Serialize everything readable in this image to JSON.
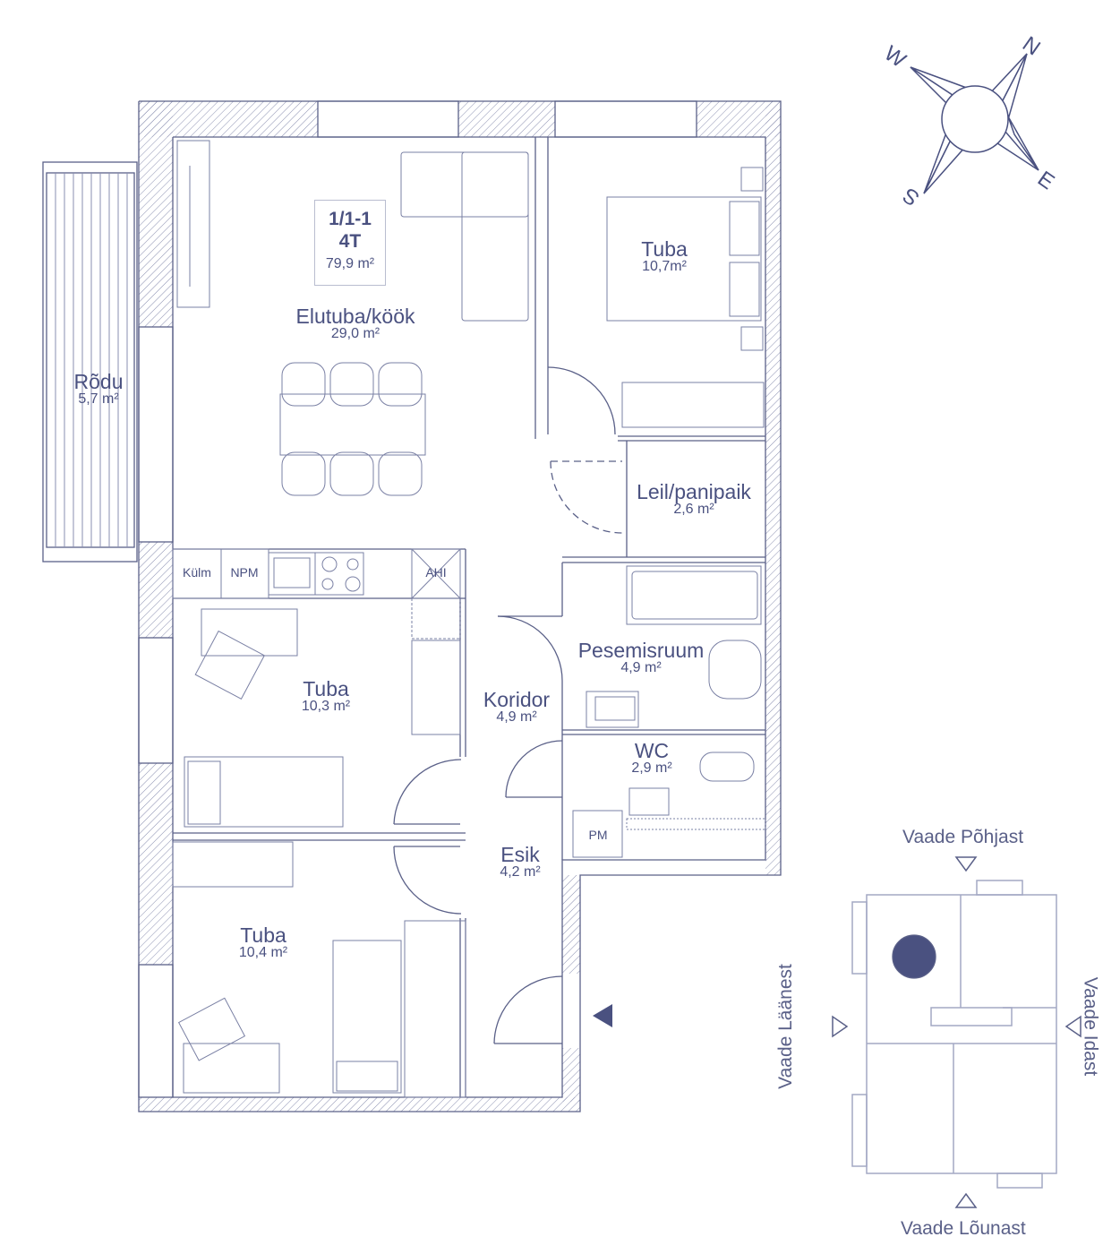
{
  "unit": {
    "code": "1/1-1",
    "type": "4T",
    "area": "79,9 m²"
  },
  "rooms": [
    {
      "name": "Elutuba/köök",
      "area": "29,0 m²"
    },
    {
      "name": "Tuba",
      "area": "10,7m²"
    },
    {
      "name": "Rõdu",
      "area": "5,7 m²"
    },
    {
      "name": "Leil/panipaik",
      "area": "2,6 m²"
    },
    {
      "name": "Pesemisruum",
      "area": "4,9 m²"
    },
    {
      "name": "Tuba",
      "area": "10,3 m²"
    },
    {
      "name": "Koridor",
      "area": "4,9 m²"
    },
    {
      "name": "WC",
      "area": "2,9 m²"
    },
    {
      "name": "Esik",
      "area": "4,2 m²"
    },
    {
      "name": "Tuba",
      "area": "10,4 m²"
    }
  ],
  "fixtures": {
    "fridge": "Külm",
    "dishwasher": "NPM",
    "hood": "AHI",
    "washer": "PM"
  },
  "compass": {
    "n": "N",
    "e": "E",
    "s": "S",
    "w": "W"
  },
  "key_plan": {
    "north": "Vaade Põhjast",
    "south": "Vaade Lõunast",
    "west": "Vaade Läänest",
    "east": "Vaade Idast"
  },
  "colors": {
    "line": "#5a6088",
    "accent": "#4a5180"
  }
}
